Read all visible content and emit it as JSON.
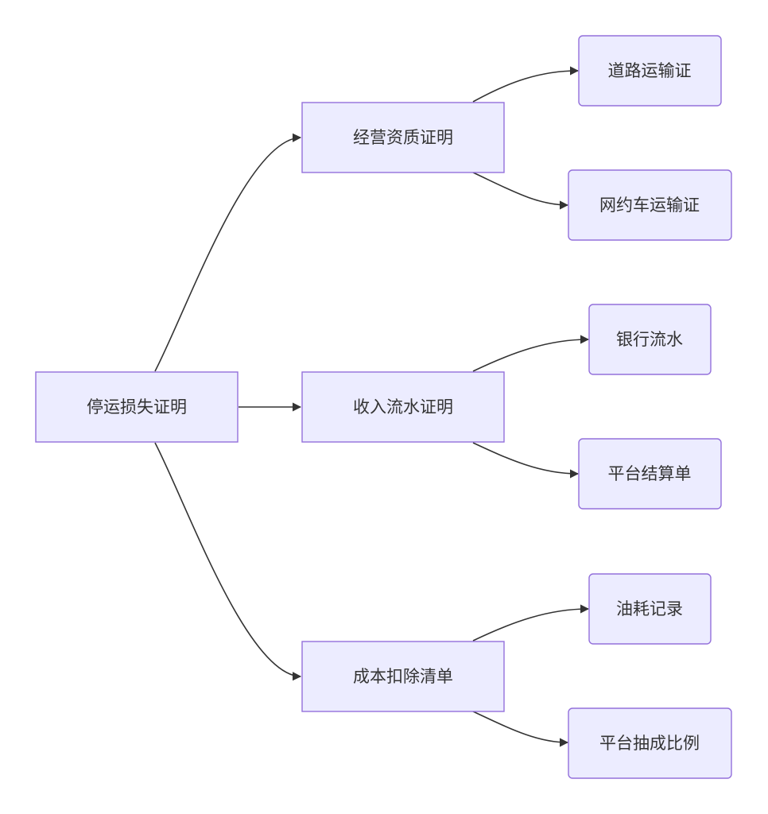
{
  "diagram": {
    "type": "flowchart",
    "direction": "left-to-right",
    "colors": {
      "node_fill": "#ececff",
      "node_border": "#9370db",
      "edge": "#333333",
      "text": "#333333"
    },
    "root": {
      "label": "停运损失证明"
    },
    "branches": [
      {
        "label": "经营资质证明",
        "children": [
          {
            "label": "道路运输证"
          },
          {
            "label": "网约车运输证"
          }
        ]
      },
      {
        "label": "收入流水证明",
        "children": [
          {
            "label": "银行流水"
          },
          {
            "label": "平台结算单"
          }
        ]
      },
      {
        "label": "成本扣除清单",
        "children": [
          {
            "label": "油耗记录"
          },
          {
            "label": "平台抽成比例"
          }
        ]
      }
    ]
  }
}
